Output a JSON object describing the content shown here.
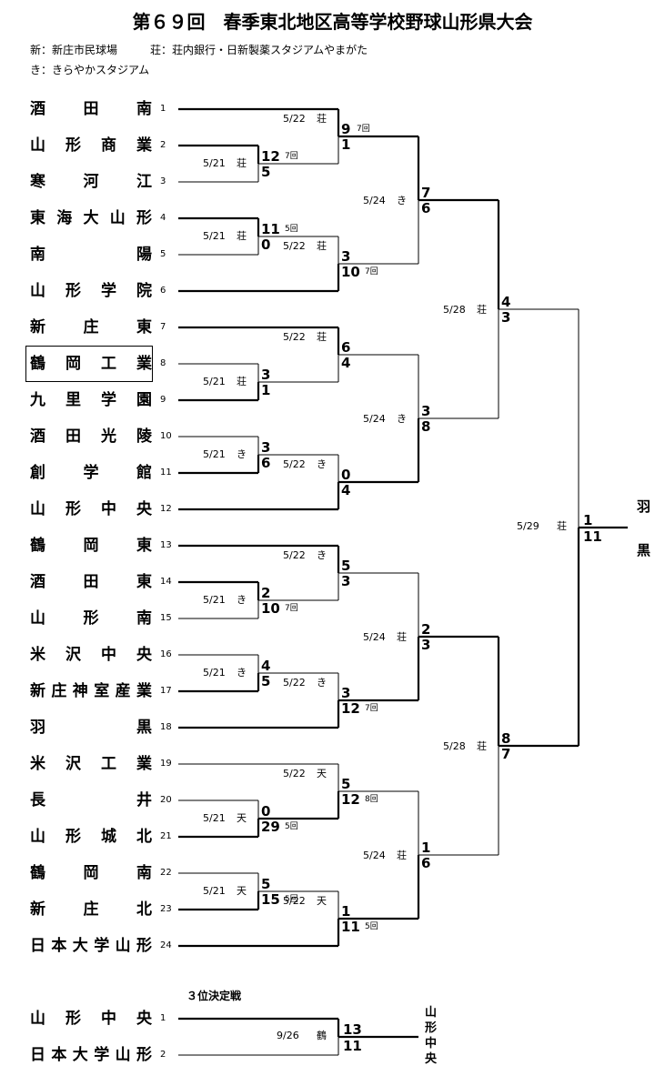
{
  "title": "第６９回　春季東北地区高等学校野球山形県大会",
  "legend": {
    "line1": "新：新庄市民球場　　　荘：荘内銀行・日新製薬スタジアムやまがた",
    "line2": "き：きらやかスタジアム"
  },
  "teams": [
    {
      "seed": "1",
      "name": "酒田南"
    },
    {
      "seed": "2",
      "name": "山形商業"
    },
    {
      "seed": "3",
      "name": "寒河江"
    },
    {
      "seed": "4",
      "name": "東海大山形"
    },
    {
      "seed": "5",
      "name": "南陽"
    },
    {
      "seed": "6",
      "name": "山形学院"
    },
    {
      "seed": "7",
      "name": "新庄東"
    },
    {
      "seed": "8",
      "name": "鶴岡工業"
    },
    {
      "seed": "9",
      "name": "九里学園"
    },
    {
      "seed": "10",
      "name": "酒田光陵"
    },
    {
      "seed": "11",
      "name": "創学館"
    },
    {
      "seed": "12",
      "name": "山形中央"
    },
    {
      "seed": "13",
      "name": "鶴岡東"
    },
    {
      "seed": "14",
      "name": "酒田東"
    },
    {
      "seed": "15",
      "name": "山形南"
    },
    {
      "seed": "16",
      "name": "米沢中央"
    },
    {
      "seed": "17",
      "name": "新庄神室産業"
    },
    {
      "seed": "18",
      "name": "羽黒"
    },
    {
      "seed": "19",
      "name": "米沢工業"
    },
    {
      "seed": "20",
      "name": "長井"
    },
    {
      "seed": "21",
      "name": "山形城北"
    },
    {
      "seed": "22",
      "name": "鶴岡南"
    },
    {
      "seed": "23",
      "name": "新庄北"
    },
    {
      "seed": "24",
      "name": "日本大学山形"
    }
  ],
  "round1": [
    {
      "date": "5/21",
      "venue": "荘",
      "top": "12",
      "top_inn": "7回",
      "bot": "5",
      "bot_inn": ""
    },
    {
      "date": "5/21",
      "venue": "荘",
      "top": "11",
      "top_inn": "5回",
      "bot": "0",
      "bot_inn": ""
    },
    {
      "date": "5/21",
      "venue": "荘",
      "top": "3",
      "top_inn": "",
      "bot": "1",
      "bot_inn": ""
    },
    {
      "date": "5/21",
      "venue": "き",
      "top": "3",
      "top_inn": "",
      "bot": "6",
      "bot_inn": ""
    },
    {
      "date": "5/21",
      "venue": "き",
      "top": "2",
      "top_inn": "",
      "bot": "10",
      "bot_inn": "7回"
    },
    {
      "date": "5/21",
      "venue": "き",
      "top": "4",
      "top_inn": "",
      "bot": "5",
      "bot_inn": ""
    },
    {
      "date": "5/21",
      "venue": "天",
      "top": "0",
      "top_inn": "",
      "bot": "29",
      "bot_inn": "5回"
    },
    {
      "date": "5/21",
      "venue": "天",
      "top": "5",
      "top_inn": "",
      "bot": "15",
      "bot_inn": "5回"
    }
  ],
  "round2": [
    {
      "date": "5/22",
      "venue": "荘",
      "top": "9",
      "top_inn": "7回",
      "bot": "1",
      "bot_inn": ""
    },
    {
      "date": "5/22",
      "venue": "荘",
      "top": "3",
      "top_inn": "",
      "bot": "10",
      "bot_inn": "7回"
    },
    {
      "date": "5/22",
      "venue": "荘",
      "top": "6",
      "top_inn": "",
      "bot": "4",
      "bot_inn": ""
    },
    {
      "date": "5/22",
      "venue": "き",
      "top": "0",
      "top_inn": "",
      "bot": "4",
      "bot_inn": ""
    },
    {
      "date": "5/22",
      "venue": "き",
      "top": "5",
      "top_inn": "",
      "bot": "3",
      "bot_inn": ""
    },
    {
      "date": "5/22",
      "venue": "き",
      "top": "3",
      "top_inn": "",
      "bot": "12",
      "bot_inn": "7回"
    },
    {
      "date": "5/22",
      "venue": "天",
      "top": "5",
      "top_inn": "",
      "bot": "12",
      "bot_inn": "8回"
    },
    {
      "date": "5/22",
      "venue": "天",
      "top": "1",
      "top_inn": "",
      "bot": "11",
      "bot_inn": "5回"
    }
  ],
  "round3": [
    {
      "date": "5/24",
      "venue": "き",
      "top": "7",
      "bot": "6"
    },
    {
      "date": "5/24",
      "venue": "き",
      "top": "3",
      "bot": "8"
    },
    {
      "date": "5/24",
      "venue": "荘",
      "top": "2",
      "bot": "3"
    },
    {
      "date": "5/24",
      "venue": "荘",
      "top": "1",
      "bot": "6"
    }
  ],
  "semis": [
    {
      "date": "5/28",
      "venue": "荘",
      "top": "4",
      "bot": "3"
    },
    {
      "date": "5/28",
      "venue": "荘",
      "top": "8",
      "bot": "7"
    }
  ],
  "final": {
    "date": "5/29",
    "venue": "荘",
    "top": "1",
    "bot": "11"
  },
  "winner": {
    "char1": "羽",
    "char2": "黒"
  },
  "third_place": {
    "title": "３位決定戦",
    "teams": [
      {
        "seed": "1",
        "name": "山形中央"
      },
      {
        "seed": "2",
        "name": "日本大学山形"
      }
    ],
    "date": "9/26",
    "venue": "鶴",
    "top": "13",
    "bot": "11",
    "winner": "山形中央"
  }
}
